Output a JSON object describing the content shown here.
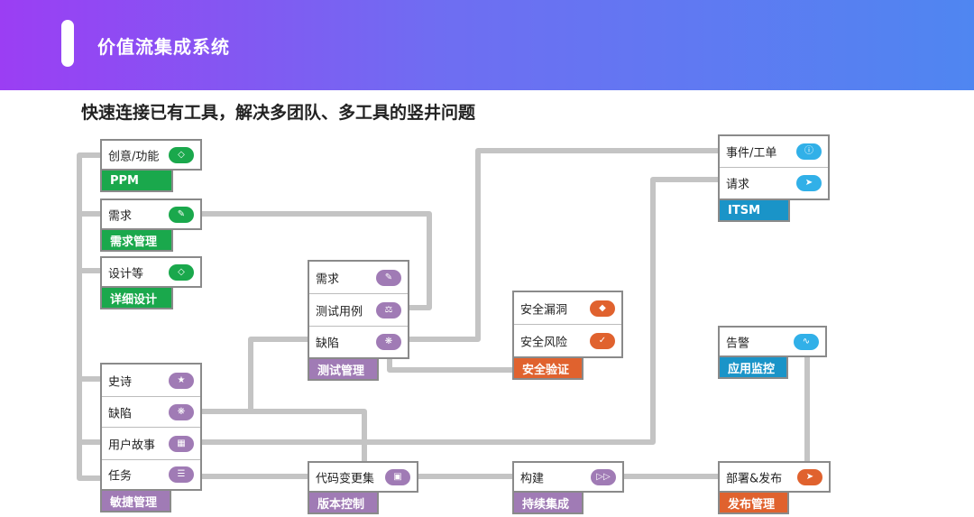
{
  "header": {
    "title": "价值流集成系统"
  },
  "subtitle": "快速连接已有工具，解决多团队、多工具的竖井问题",
  "colors": {
    "green": "#1aa84c",
    "purple": "#a07bb5",
    "orange": "#e0622e",
    "cyan": "#31b0e8",
    "teal": "#1a94c8",
    "line": "#c4c4c4"
  },
  "groups": {
    "ppm": {
      "label": "PPM",
      "items": [
        {
          "text": "创意/功能",
          "icon": "diamond-icon"
        }
      ]
    },
    "req": {
      "label": "需求管理",
      "items": [
        {
          "text": "需求",
          "icon": "edit-icon"
        }
      ]
    },
    "design": {
      "label": "详细设计",
      "items": [
        {
          "text": "设计等",
          "icon": "diamond-icon"
        }
      ]
    },
    "test": {
      "label": "测试管理",
      "items": [
        {
          "text": "需求",
          "icon": "edit-icon"
        },
        {
          "text": "测试用例",
          "icon": "flask-icon"
        },
        {
          "text": "缺陷",
          "icon": "bug-icon"
        }
      ]
    },
    "security": {
      "label": "安全验证",
      "items": [
        {
          "text": "安全漏洞",
          "icon": "shield-icon"
        },
        {
          "text": "安全风险",
          "icon": "shield-check-icon"
        }
      ]
    },
    "itsm": {
      "label": "ITSM",
      "items": [
        {
          "text": "事件/工单",
          "icon": "info-icon"
        },
        {
          "text": "请求",
          "icon": "rocket-icon"
        }
      ]
    },
    "monitor": {
      "label": "应用监控",
      "items": [
        {
          "text": "告警",
          "icon": "pulse-icon"
        }
      ]
    },
    "agile": {
      "label": "敏捷管理",
      "items": [
        {
          "text": "史诗",
          "icon": "trophy-icon"
        },
        {
          "text": "缺陷",
          "icon": "bug-icon"
        },
        {
          "text": "用户故事",
          "icon": "clapper-icon"
        },
        {
          "text": "任务",
          "icon": "list-icon"
        }
      ]
    },
    "vcs": {
      "label": "版本控制",
      "items": [
        {
          "text": "代码变更集",
          "icon": "code-icon"
        }
      ]
    },
    "ci": {
      "label": "持续集成",
      "items": [
        {
          "text": "构建",
          "icon": "play-icon"
        }
      ]
    },
    "release": {
      "label": "发布管理",
      "items": [
        {
          "text": "部署&发布",
          "icon": "rocket-icon"
        }
      ]
    }
  }
}
